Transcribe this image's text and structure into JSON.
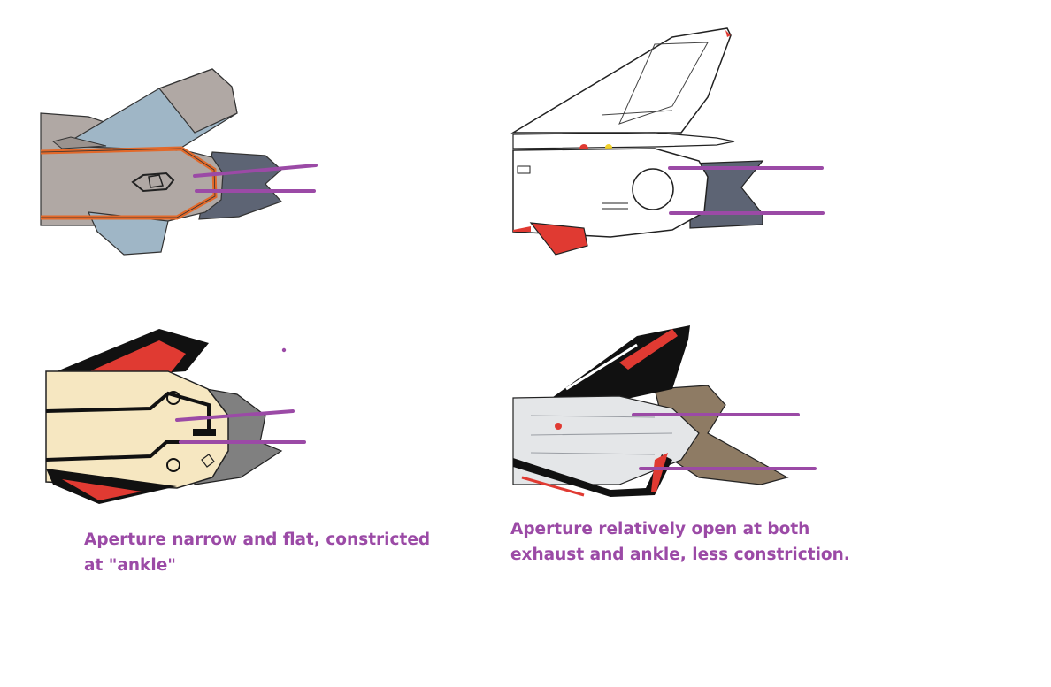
{
  "colors": {
    "annotation": "#9b4aa6",
    "caption": "#9b4aa6",
    "gray_body": "#b0a8a4",
    "blue_fin": "#9fb6c6",
    "orange_stripe": "#e2692a",
    "dark_slate": "#5d6474",
    "cream": "#f6e7c1",
    "red": "#e03a32",
    "black": "#111111",
    "tan_nozzle": "#8e7b64",
    "light_gray": "#e4e6e8"
  },
  "captions": {
    "left": {
      "line1": "Aperture narrow and flat, constricted",
      "line2": "at \"ankle\""
    },
    "right": {
      "line1": "Aperture relatively open at both",
      "line2": "exhaust and ankle, less constriction."
    }
  }
}
